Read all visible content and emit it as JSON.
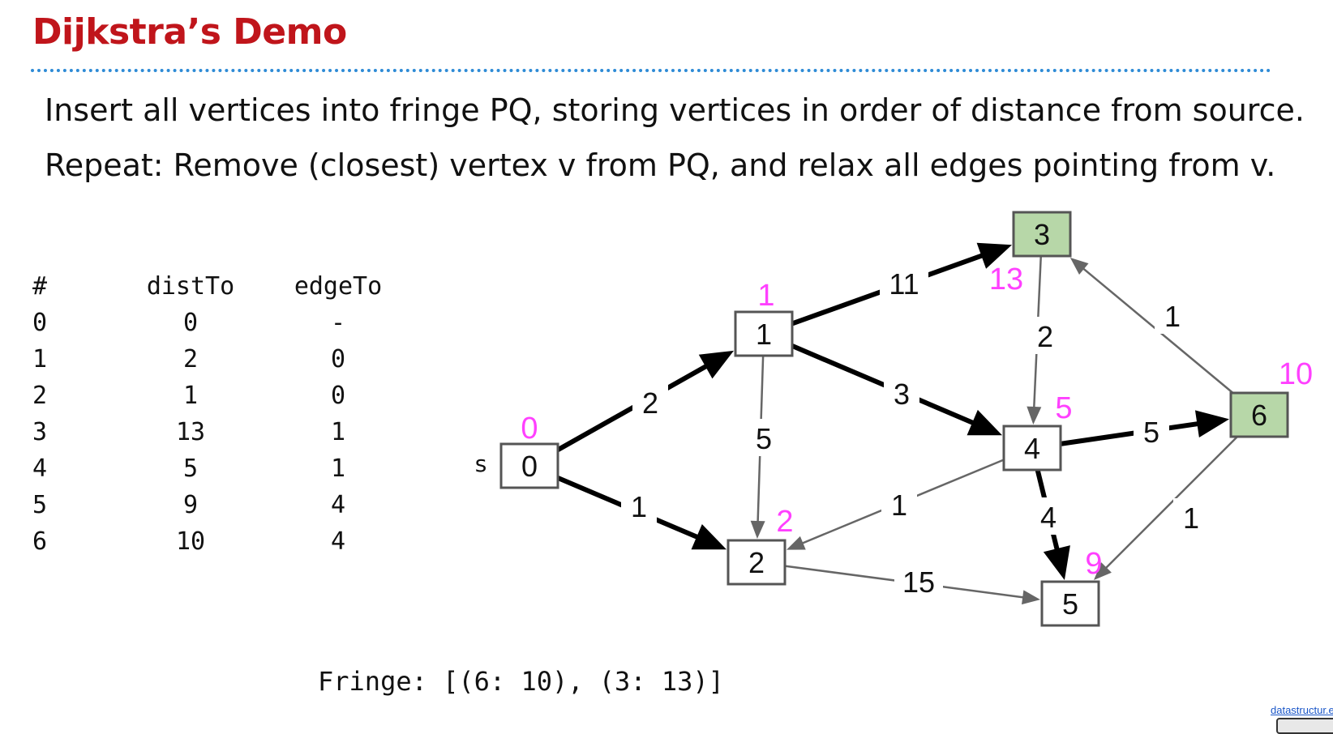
{
  "title": "Dijkstra’s Demo",
  "bullets": [
    "Insert all vertices into fringe PQ, storing vertices in order of distance from source.",
    "Repeat: Remove (closest) vertex v from PQ, and relax all edges pointing from v."
  ],
  "table": {
    "headers": [
      "#",
      "distTo",
      "edgeTo"
    ],
    "rows": [
      [
        "0",
        "0",
        "-"
      ],
      [
        "1",
        "2",
        "0"
      ],
      [
        "2",
        "1",
        "0"
      ],
      [
        "3",
        "13",
        "1"
      ],
      [
        "4",
        "5",
        "1"
      ],
      [
        "5",
        "9",
        "4"
      ],
      [
        "6",
        "10",
        "4"
      ]
    ]
  },
  "fringe": "Fringe: [(6: 10), (3: 13)]",
  "credit": "datastructur.es",
  "source_label": "s",
  "colors": {
    "title": "#c0151b",
    "divider": "#2e8bd6",
    "dist_label": "#ff40ff",
    "highlight_fill": "#b7d7a8",
    "tree_edge": "#000000",
    "other_edge": "#666666"
  },
  "graph": {
    "vertices": [
      {
        "id": "0",
        "dist": "0",
        "highlighted": false
      },
      {
        "id": "1",
        "dist": "2",
        "highlighted": false
      },
      {
        "id": "2",
        "dist": "1",
        "highlighted": false
      },
      {
        "id": "3",
        "dist": "13",
        "highlighted": true
      },
      {
        "id": "4",
        "dist": "5",
        "highlighted": false
      },
      {
        "id": "5",
        "dist": "9",
        "highlighted": false
      },
      {
        "id": "6",
        "dist": "10",
        "highlighted": true
      }
    ],
    "edges": [
      {
        "from": "0",
        "to": "1",
        "weight": "2",
        "tree": true
      },
      {
        "from": "0",
        "to": "2",
        "weight": "1",
        "tree": true
      },
      {
        "from": "1",
        "to": "3",
        "weight": "11",
        "tree": true
      },
      {
        "from": "1",
        "to": "4",
        "weight": "3",
        "tree": true
      },
      {
        "from": "1",
        "to": "2",
        "weight": "5",
        "tree": false
      },
      {
        "from": "3",
        "to": "4",
        "weight": "2",
        "tree": false
      },
      {
        "from": "6",
        "to": "3",
        "weight": "1",
        "tree": false
      },
      {
        "from": "4",
        "to": "6",
        "weight": "5",
        "tree": true
      },
      {
        "from": "4",
        "to": "2",
        "weight": "1",
        "tree": false
      },
      {
        "from": "4",
        "to": "5",
        "weight": "4",
        "tree": true
      },
      {
        "from": "2",
        "to": "5",
        "weight": "15",
        "tree": false
      },
      {
        "from": "6",
        "to": "5",
        "weight": "1",
        "tree": false
      }
    ]
  }
}
